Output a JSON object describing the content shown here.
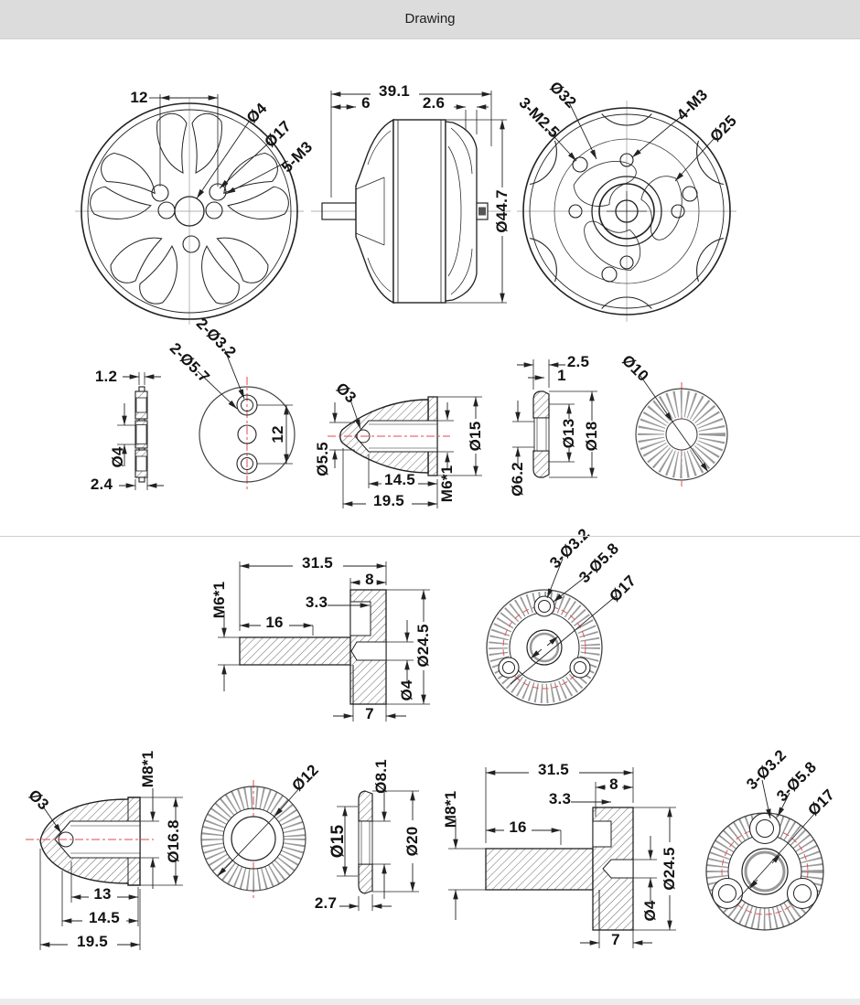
{
  "header": {
    "title": "Drawing"
  },
  "colors": {
    "line": "#222222",
    "centerline_red": "#e04b4b",
    "header_bg": "#dcdcdc",
    "knurl_gray": "#999999"
  },
  "views": {
    "motor_front": {
      "labels": {
        "pitch": "12",
        "shaft": "Ø4",
        "hub": "Ø17",
        "screws": "5-M3"
      }
    },
    "motor_side": {
      "labels": {
        "length": "39.1",
        "front_len": "6",
        "rear_len": "2.6",
        "diameter": "Ø44.7"
      }
    },
    "motor_back": {
      "labels": {
        "ring": "Ø32",
        "small_screws": "3-M2.5",
        "screws": "4-M3",
        "bolt_circle": "Ø25"
      }
    },
    "plate_side": {
      "labels": {
        "web": "1.2",
        "hole": "Ø4",
        "boss": "2.4"
      }
    },
    "plate_front": {
      "labels": {
        "small_holes": "2-Ø3.2",
        "counterbores": "2-Ø5.7",
        "pitch": "12"
      }
    },
    "nut_m6": {
      "labels": {
        "tip_hole": "Ø3",
        "tip_dia": "Ø5.5",
        "bore_len": "14.5",
        "total_len": "19.5",
        "thread": "M6*1",
        "flange": "Ø15"
      }
    },
    "washer_m6": {
      "labels": {
        "flange_t": "2.5",
        "step": "1",
        "inner": "Ø13",
        "outer": "Ø18",
        "bore": "Ø6.2"
      }
    },
    "knurl_m6": {
      "labels": {
        "bore": "Ø10"
      }
    },
    "shaft_m6": {
      "labels": {
        "length": "31.5",
        "flange_w": "8",
        "step": "3.3",
        "thread": "M6*1",
        "thread_len": "16",
        "flange": "Ø24.5",
        "bore": "Ø4",
        "boss": "7"
      }
    },
    "adapter_m6": {
      "labels": {
        "small_holes": "3-Ø3.2",
        "counterbores": "3-Ø5.8",
        "hub": "Ø17"
      }
    },
    "nut_m8": {
      "labels": {
        "tip_hole": "Ø3",
        "thread": "M8*1",
        "flange": "Ø16.8",
        "bore_len": "13",
        "mid_len": "14.5",
        "total_len": "19.5"
      }
    },
    "knurl_m8": {
      "labels": {
        "bore": "Ø12"
      }
    },
    "washer_m8": {
      "labels": {
        "bore": "Ø8.1",
        "inner": "Ø15",
        "outer": "Ø20",
        "flange_t": "2.7"
      }
    },
    "shaft_m8": {
      "labels": {
        "length": "31.5",
        "flange_w": "8",
        "step": "3.3",
        "thread": "M8*1",
        "thread_len": "16",
        "flange": "Ø24.5",
        "bore": "Ø4",
        "boss": "7"
      }
    },
    "adapter_m8": {
      "labels": {
        "small_holes": "3-Ø3.2",
        "counterbores": "3-Ø5.8",
        "hub": "Ø17"
      }
    }
  }
}
